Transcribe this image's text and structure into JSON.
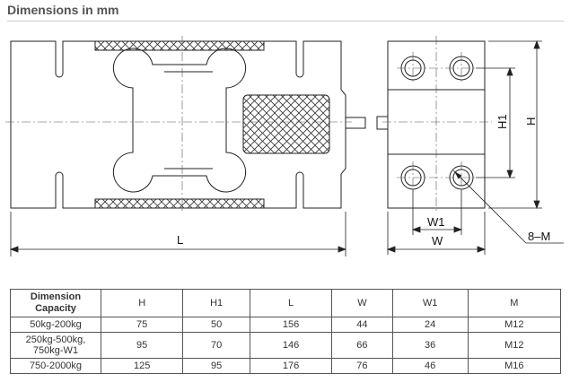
{
  "heading": "Dimensions in mm",
  "drawing_labels": {
    "L": "L",
    "H": "H",
    "H1": "H1",
    "W": "W",
    "W1": "W1",
    "M": "8–M"
  },
  "table": {
    "headers": [
      "Dimension\nCapacity",
      "H",
      "H1",
      "L",
      "W",
      "W1",
      "M"
    ],
    "rows": [
      [
        "50kg-200kg",
        "75",
        "50",
        "156",
        "44",
        "24",
        "M12"
      ],
      [
        "250kg-500kg,\n750kg-W1",
        "95",
        "70",
        "146",
        "66",
        "36",
        "M12"
      ],
      [
        "750-2000kg",
        "125",
        "95",
        "176",
        "76",
        "46",
        "M16"
      ]
    ]
  }
}
